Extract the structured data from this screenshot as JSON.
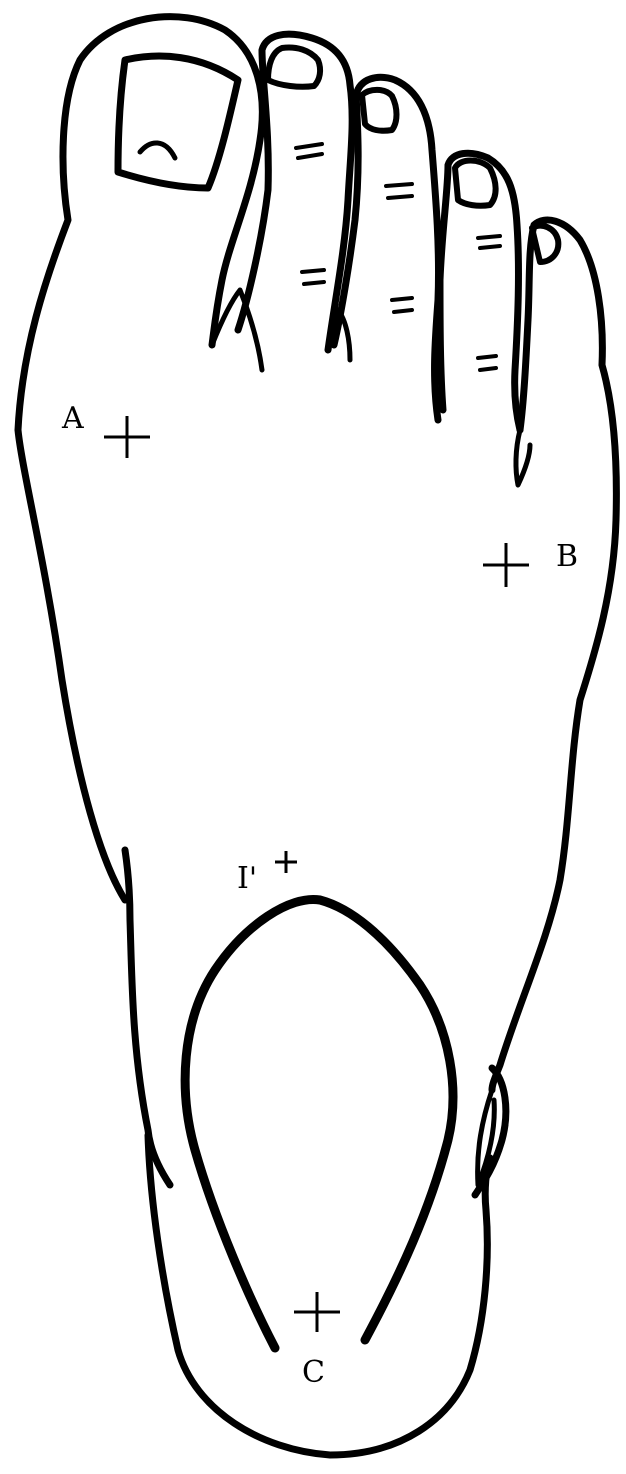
{
  "diagram": {
    "subject": "foot-sole-outline",
    "points": [
      {
        "id": "A",
        "label": "A"
      },
      {
        "id": "B",
        "label": "B"
      },
      {
        "id": "C",
        "label": "C"
      },
      {
        "id": "I",
        "label": "I'"
      }
    ],
    "colors": {
      "stroke": "#000000",
      "background": "#ffffff"
    }
  }
}
